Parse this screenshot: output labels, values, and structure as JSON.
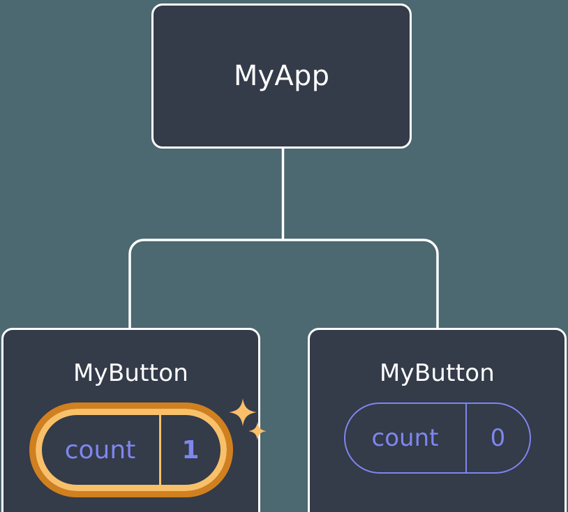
{
  "diagram": {
    "type": "component-tree",
    "background_color": "#4c6870",
    "node_fill_color": "#343b49",
    "connector_color": "#ffffff",
    "accent_highlight_outer": "#d1801f",
    "accent_highlight_inner": "#f9c06a",
    "state_text_color": "#7f86ef",
    "title_text_color": "#ffffff",
    "sparkle_color": "#f9bf6b"
  },
  "root": {
    "title": "MyApp"
  },
  "children": [
    {
      "title": "MyButton",
      "state": {
        "key": "count",
        "value": "1"
      },
      "highlighted": true,
      "sparkles": [
        {
          "name": "sparkle-large"
        },
        {
          "name": "sparkle-small"
        }
      ]
    },
    {
      "title": "MyButton",
      "state": {
        "key": "count",
        "value": "0"
      },
      "highlighted": false
    }
  ]
}
